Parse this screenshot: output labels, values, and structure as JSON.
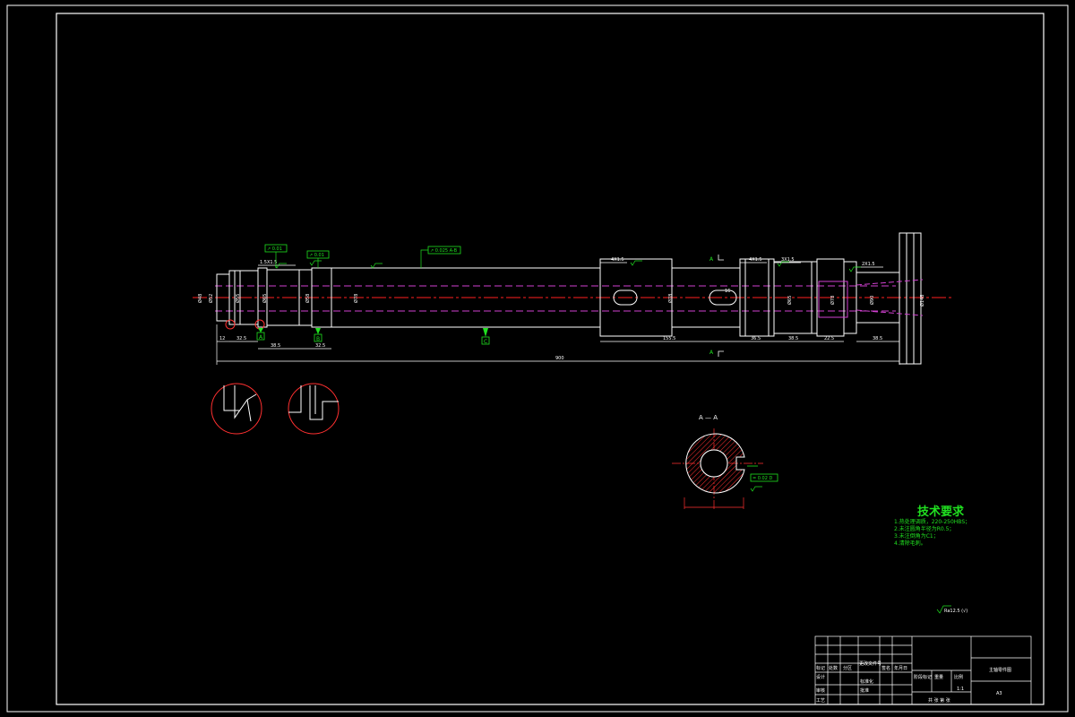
{
  "drawing": {
    "background": "#000000",
    "line_color": "#ffffff",
    "center_line_color": "#ff2020",
    "hidden_line_color": "#d040d0",
    "annotation_color": "#20e020",
    "section_hatch_color": "#ff3030"
  },
  "dimensions": {
    "overall_length": "900",
    "seg_1": "12",
    "seg_2": "32.5",
    "seg_3": "38.5",
    "seg_4": "32.5",
    "seg_5": "155.5",
    "seg_6": "36.5",
    "seg_7": "38.5",
    "seg_8": "22.5",
    "seg_9": "38.5",
    "chamfer_1": "1.5X1.5",
    "chamfer_2": "4X1.5",
    "chamfer_3": "4X1.5",
    "chamfer_4": "3X1.5",
    "chamfer_5": "2X1.5",
    "diam_1": "Ø48",
    "diam_2": "Ø52",
    "diam_3": "Ø55",
    "diam_4": "Ø65",
    "diam_5": "Ø58",
    "diam_6": "Ø78",
    "diam_7": "Ø78",
    "diam_8": "Ø65",
    "diam_9": "Ø78",
    "diam_10": "Ø90",
    "diam_11": "Ø148",
    "key_width": "16"
  },
  "datums": {
    "a": "A",
    "b": "B",
    "c": "C"
  },
  "tolerances": {
    "frame_1": "↗ 0.01",
    "frame_2": "↗ 0.01",
    "frame_3": "↗ 0.025 A-B",
    "section_frame": "= 0.02 D"
  },
  "section": {
    "cut_mark_top": "A",
    "cut_mark_bottom": "A",
    "title": "A — A"
  },
  "requirements": {
    "title": "技术要求",
    "item_1": "1.热处理调质，220-250HBS；",
    "item_2": "2.未注圆角半径为R0.5；",
    "item_3": "3.未注倒角为C1；",
    "item_4": "4.清除毛刺。"
  },
  "roughness_note": "Ra12.5  (√)",
  "title_block": {
    "drawing_name": "主轴零件图",
    "scale": "1:1",
    "sheet_info": "共 张  第 张",
    "code": "A3",
    "col_mark": "标记",
    "col_count": "处数",
    "col_zone": "分区",
    "col_change": "更改文件号",
    "col_sign": "签名",
    "col_date": "年月日",
    "row_design": "设计",
    "row_check": "审核",
    "row_craft": "工艺",
    "row_standard": "标准化",
    "row_approve": "批准",
    "stage_mark": "阶段标记",
    "weight": "重量",
    "ratio": "比例"
  }
}
